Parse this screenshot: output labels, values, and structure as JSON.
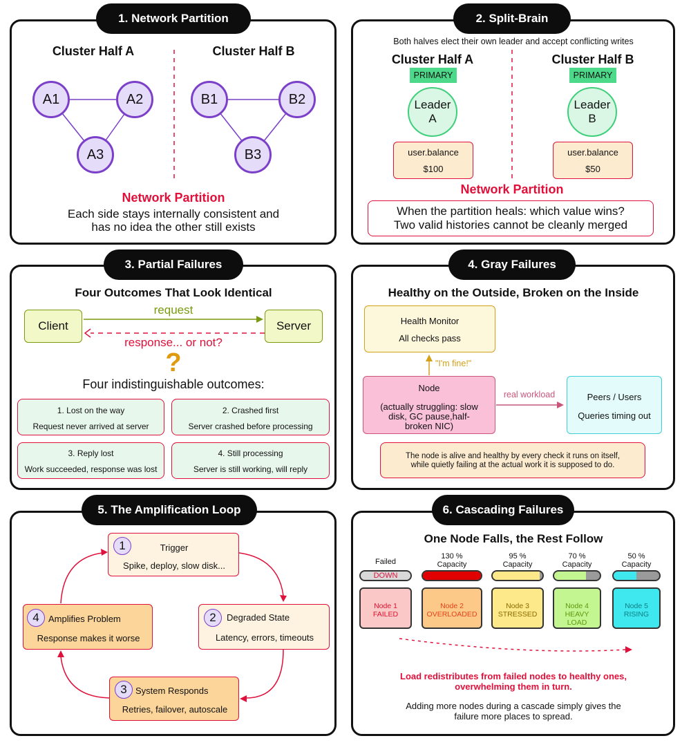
{
  "panel1": {
    "title": "1. Network Partition",
    "half_a": "Cluster Half A",
    "half_b": "Cluster Half B",
    "nodes_a": [
      "A1",
      "A2",
      "A3"
    ],
    "nodes_b": [
      "B1",
      "B2",
      "B3"
    ],
    "partition_label": "Network Partition",
    "caption_line1": "Each side stays internally consistent and",
    "caption_line2": "has no idea the other still exists"
  },
  "panel2": {
    "title": "2. Split-Brain",
    "subtitle": "Both halves elect their own leader and accept conflicting writes",
    "half_a": "Cluster Half A",
    "half_b": "Cluster Half B",
    "primary_badge": "PRIMARY",
    "leader_a_line1": "Leader",
    "leader_a_line2": "A",
    "leader_b_line1": "Leader",
    "leader_b_line2": "B",
    "field_name": "user.balance",
    "value_a": "$100",
    "value_b": "$50",
    "partition_label": "Network Partition",
    "question_line1": "When the partition heals: which value wins?",
    "question_line2": "Two valid histories cannot be cleanly merged"
  },
  "panel3": {
    "title": "3. Partial Failures",
    "subtitle": "Four Outcomes That Look Identical",
    "client": "Client",
    "server": "Server",
    "request": "request",
    "response": "response... or not?",
    "question_mark": "?",
    "outcomes_heading": "Four indistinguishable outcomes:",
    "outcomes": [
      {
        "title": "1. Lost on the way",
        "desc": "Request never arrived at server"
      },
      {
        "title": "2. Crashed first",
        "desc": "Server crashed before processing"
      },
      {
        "title": "3. Reply lost",
        "desc": "Work succeeded, response was lost"
      },
      {
        "title": "4. Still processing",
        "desc": "Server is still working, will reply"
      }
    ]
  },
  "panel4": {
    "title": "4. Gray Failures",
    "subtitle": "Healthy on the Outside, Broken on the Inside",
    "monitor_title": "Health Monitor",
    "monitor_status": "All checks pass",
    "im_fine": "\"I'm fine!\"",
    "node_title": "Node",
    "node_desc_line1": "(actually struggling: slow",
    "node_desc_line2": "disk, GC pause,half-",
    "node_desc_line3": "broken NIC)",
    "workload": "real workload",
    "peers_title": "Peers / Users",
    "peers_status": "Queries timing out",
    "note_line1": "The node is alive and healthy by every check it runs on itself,",
    "note_line2": "while quietly failing at the actual work it is supposed to do."
  },
  "panel5": {
    "title": "5. The Amplification Loop",
    "steps": [
      {
        "num": "1",
        "title": "Trigger",
        "desc": "Spike, deploy, slow disk..."
      },
      {
        "num": "2",
        "title": "Degraded State",
        "desc": "Latency, errors, timeouts"
      },
      {
        "num": "3",
        "title": "System Responds",
        "desc": "Retries, failover, autoscale"
      },
      {
        "num": "4",
        "title": "Amplifies Problem",
        "desc": "Response makes it worse"
      }
    ]
  },
  "panel6": {
    "title": "6. Cascading Failures",
    "subtitle": "One Node Falls, the Rest Follow",
    "nodes": [
      {
        "cap_line1": "Failed",
        "cap_line2": "",
        "bar_text": "DOWN",
        "fill": 0,
        "name": "Node 1",
        "state": "FAILED",
        "box_bg": "#fbc8c8",
        "box_fg": "#e0102e",
        "bar_color": "#d9d9d9"
      },
      {
        "cap_line1": "130 %",
        "cap_line2": "Capacity",
        "bar_text": "",
        "fill": 1.0,
        "name": "Node 2",
        "state": "OVERLOADED",
        "box_bg": "#fcc988",
        "box_fg": "#e8421a",
        "bar_color": "#e00000"
      },
      {
        "cap_line1": "95 %",
        "cap_line2": "Capacity",
        "bar_text": "",
        "fill": 0.95,
        "name": "Node 3",
        "state": "STRESSED",
        "box_bg": "#fde98a",
        "box_fg": "#8a6a00",
        "bar_color": "#fde98a"
      },
      {
        "cap_line1": "70 %",
        "cap_line2": "Capacity",
        "bar_text": "",
        "fill": 0.7,
        "name": "Node 4",
        "state": "HEAVY LOAD",
        "box_bg": "#c3f590",
        "box_fg": "#5e9a10",
        "bar_color": "#c3f590"
      },
      {
        "cap_line1": "50 %",
        "cap_line2": "Capacity",
        "bar_text": "",
        "fill": 0.5,
        "name": "Node 5",
        "state": "RISING",
        "box_bg": "#3fe8ee",
        "box_fg": "#0d7f86",
        "bar_color": "#3fe8ee"
      }
    ],
    "redistribute_line1": "Load redistributes from failed nodes to healthy ones,",
    "redistribute_line2": "overwhelming them in turn.",
    "footer_line1": "Adding more nodes during a cascade simply gives the",
    "footer_line2": "failure more places to spread."
  },
  "colors": {
    "purple": "#7b3fc9",
    "purple_fill": "#e5dcfa",
    "crimson": "#e0103a",
    "green": "#3ecf7a",
    "olive": "#7a9a10",
    "gold": "#d4a017",
    "pink": "#c9557a"
  }
}
